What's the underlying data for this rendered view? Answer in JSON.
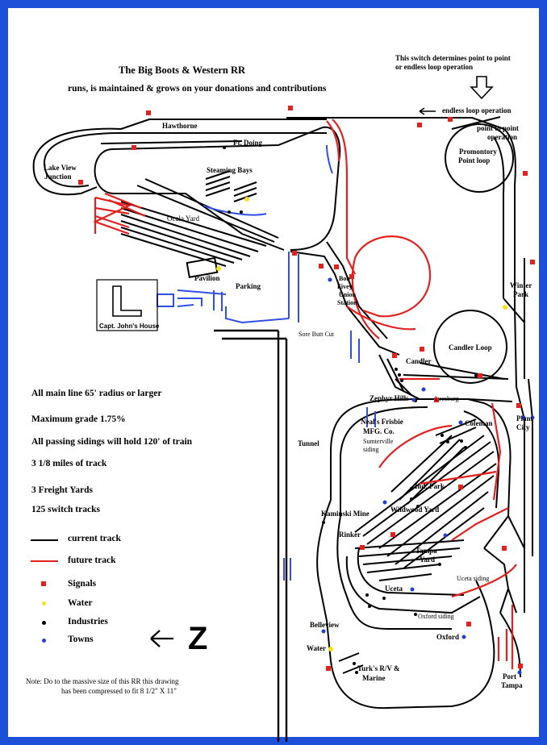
{
  "title": "The Big Boots & Western RR",
  "subtitle": "runs, is maintained & grows on your donations and contributions",
  "switch_note": [
    "This switch determines point to point",
    "or endless loop operation"
  ],
  "operations": {
    "endless": "endless loop operation",
    "p2p": [
      "point to point",
      "operation"
    ]
  },
  "places": {
    "hawthorne": "Hawthorne",
    "lake_view": [
      "Lake View",
      "Junction"
    ],
    "ft_doing": "Ft. Doing",
    "steaming_bays": "Steaming Bays",
    "ocala_yard": "Ocala Yard",
    "promontory": [
      "Promontory",
      "Point loop"
    ],
    "pavilion": "Pavilion",
    "parking": "Parking",
    "capt_john": "Capt. John's House",
    "bob_fivey": [
      "Bob",
      "Fivey",
      "Union",
      "Station"
    ],
    "sore_butt": "Sore Butt Cut",
    "winter_park": [
      "Winter",
      "Park"
    ],
    "candler": "Candler",
    "candler_loop": "Candler Loop",
    "zephyr": "Zephyr Hills",
    "leesburg": "Leesburg",
    "plant_city": [
      "Plant",
      "City"
    ],
    "neals": [
      "Neal's Frisbie",
      "MFG. Co."
    ],
    "coleman": "Coleman",
    "sumterville": [
      "Sumterville",
      "siding"
    ],
    "tunnel": "Tunnel",
    "ind_park": "Ind. Park",
    "wildwood": "Wildwood Yard",
    "kaminski": "Kaminski Mine",
    "rinker": "Rinker",
    "tampa_yard": [
      "Tampa",
      "Yard"
    ],
    "uceta": "Uceta",
    "uceta_siding": "Uceta siding",
    "oxford_siding": "Oxford siding",
    "belleview": "Belleview",
    "oxford": "Oxford",
    "water": "Water",
    "turks": [
      "Turk's R/V &",
      "Marine"
    ],
    "port_tampa": [
      "Port",
      "Tampa"
    ]
  },
  "facts": [
    "All main line 65' radius or larger",
    "Maximum grade 1.75%",
    "All passing sidings will hold 120' of train",
    "3 1/8 miles of track",
    "3 Freight Yards",
    "125 switch tracks"
  ],
  "legend": {
    "current": "current track",
    "future": "future track",
    "signals": "Signals",
    "water": "Water",
    "industries": "Industries",
    "towns": "Towns"
  },
  "north_letter": "Z",
  "note": [
    "Note:  Do to the massive size of this RR this drawing",
    "has been compressed to fit  8 1/2\" X 11\""
  ],
  "colors": {
    "border": "#1d4fd8",
    "current_track": "#000000",
    "future_track": "#e3211f",
    "signal": "#e3211f",
    "water": "#f2e21c",
    "industry": "#000000",
    "town": "#1f3fd6",
    "blue_track": "#2f4fe6"
  },
  "icons": {
    "switch_arrow": "down-arrow-icon",
    "north": "left-arrow-icon"
  }
}
